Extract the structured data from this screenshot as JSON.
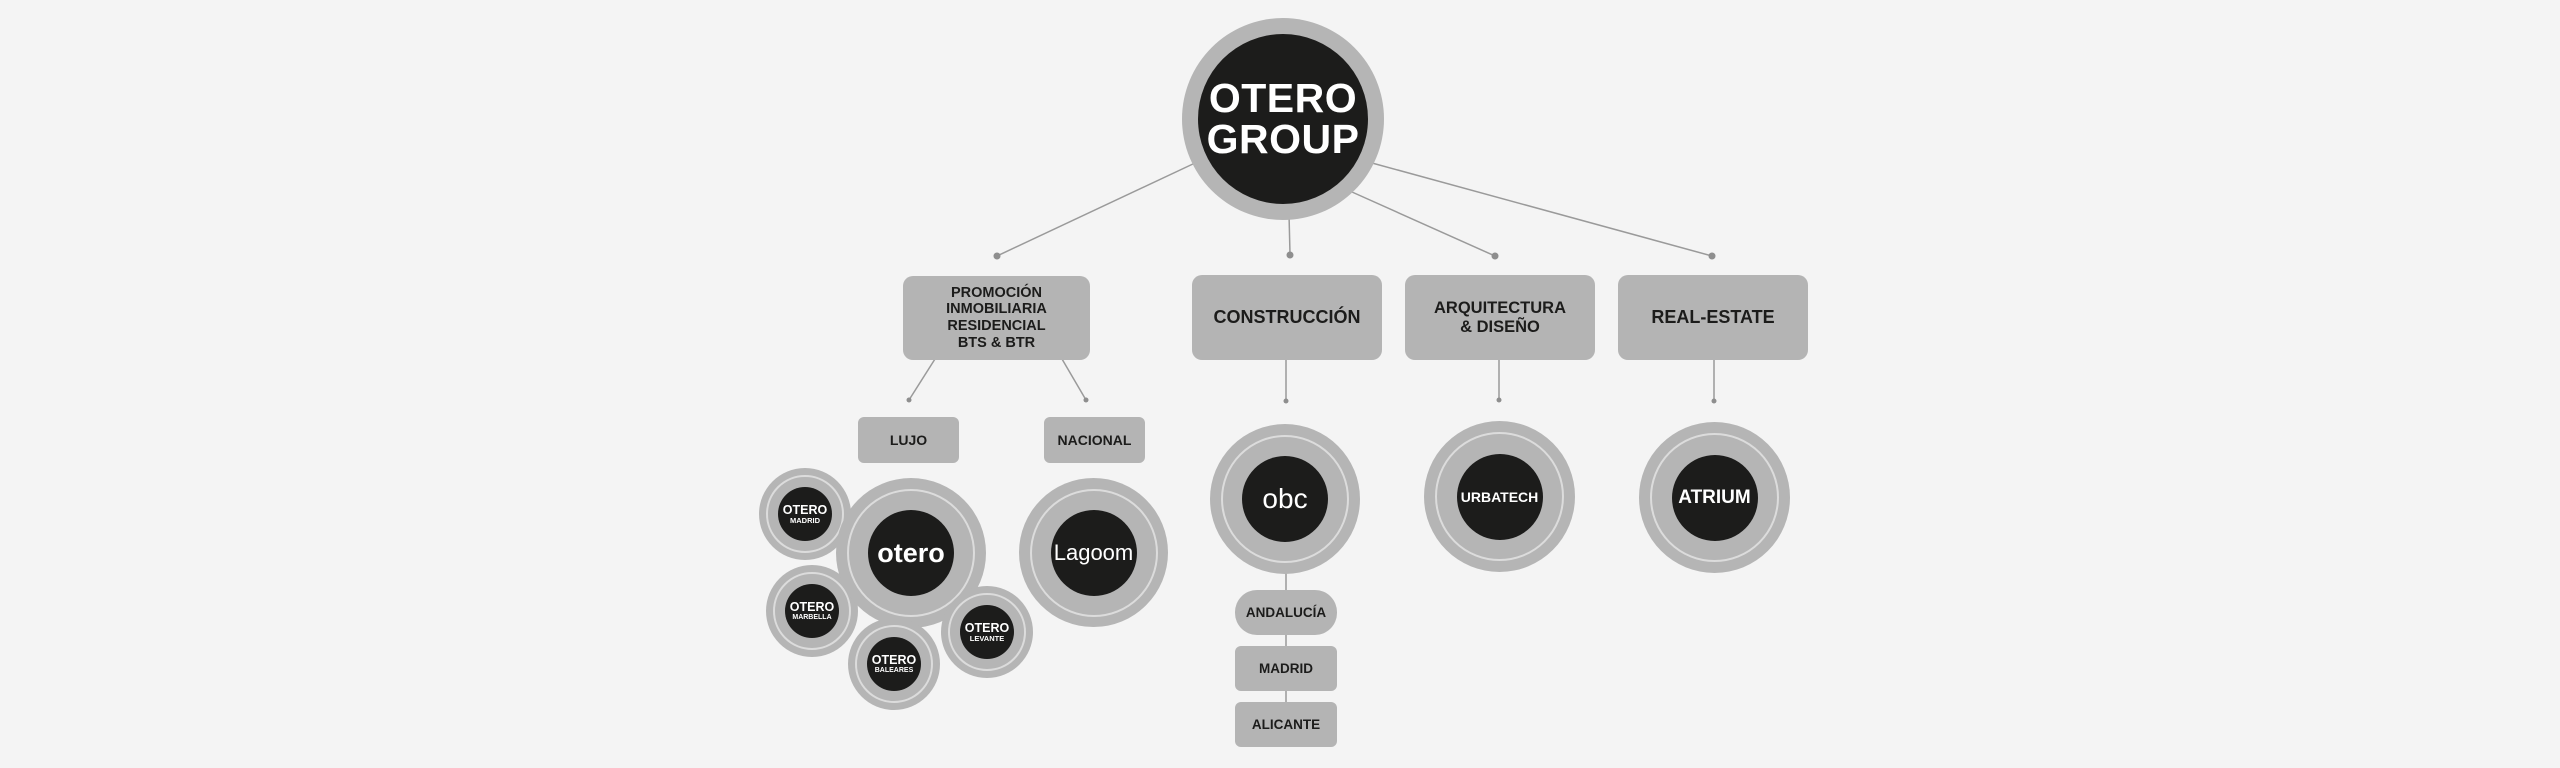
{
  "root": {
    "line1": "OTERO",
    "line2": "GROUP"
  },
  "categories": {
    "promocion": {
      "lines": [
        "PROMOCIÓN",
        "INMOBILIARIA",
        "RESIDENCIAL",
        "BTS & BTR"
      ]
    },
    "construccion": {
      "label": "CONSTRUCCIÓN"
    },
    "arquitectura": {
      "lines": [
        "ARQUITECTURA",
        "& DISEÑO"
      ]
    },
    "realestate": {
      "label": "REAL-ESTATE"
    }
  },
  "segments": {
    "lujo": "LUJO",
    "nacional": "NACIONAL"
  },
  "brands": {
    "otero": "otero",
    "lagoom": "Lagoom",
    "obc": "obc",
    "urbatech": "URBATECH",
    "atrium": "ATRIUM"
  },
  "subbrands": {
    "madrid": {
      "name": "OTERO",
      "city": "MADRID"
    },
    "marbella": {
      "name": "OTERO",
      "city": "MARBELLA"
    },
    "baleares": {
      "name": "OTERO",
      "city": "BALEARES"
    },
    "levante": {
      "name": "OTERO",
      "city": "LEVANTE"
    }
  },
  "regions": [
    "ANDALUCÍA",
    "MADRID",
    "ALICANTE"
  ],
  "colors": {
    "background": "#f4f4f4",
    "box": "#b4b4b4",
    "dark": "#1c1c1b",
    "line": "#9a9a9a"
  }
}
